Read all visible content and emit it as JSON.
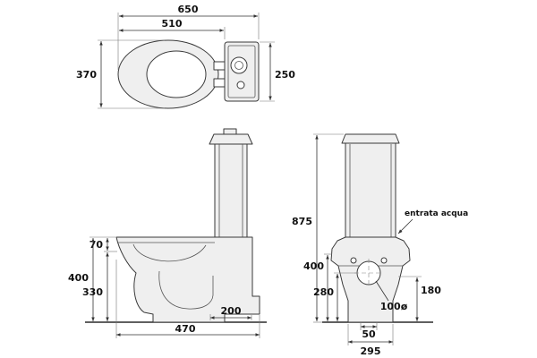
{
  "diagram": {
    "type": "technical-drawing",
    "subject": "WC close-coupled toilet with cistern, dimensional drawing",
    "views": {
      "top": {
        "dim_total_length": "650",
        "dim_bowl_length": "510",
        "dim_bowl_width": "370",
        "dim_cistern_depth": "250"
      },
      "side": {
        "dim_rim_drop": "70",
        "dim_seat_height": "400",
        "dim_trap_height": "330",
        "dim_outlet_distance": "200",
        "dim_total_depth": "470"
      },
      "rear": {
        "dim_total_height": "875",
        "water_inlet_label": "entrata acqua",
        "dim_inlet_height": "400",
        "dim_outlet_height": "280",
        "dim_side_connection_height": "180",
        "dim_hole_diameter": "100ø",
        "dim_outlet_offset": "50",
        "dim_base_width": "295"
      }
    }
  }
}
